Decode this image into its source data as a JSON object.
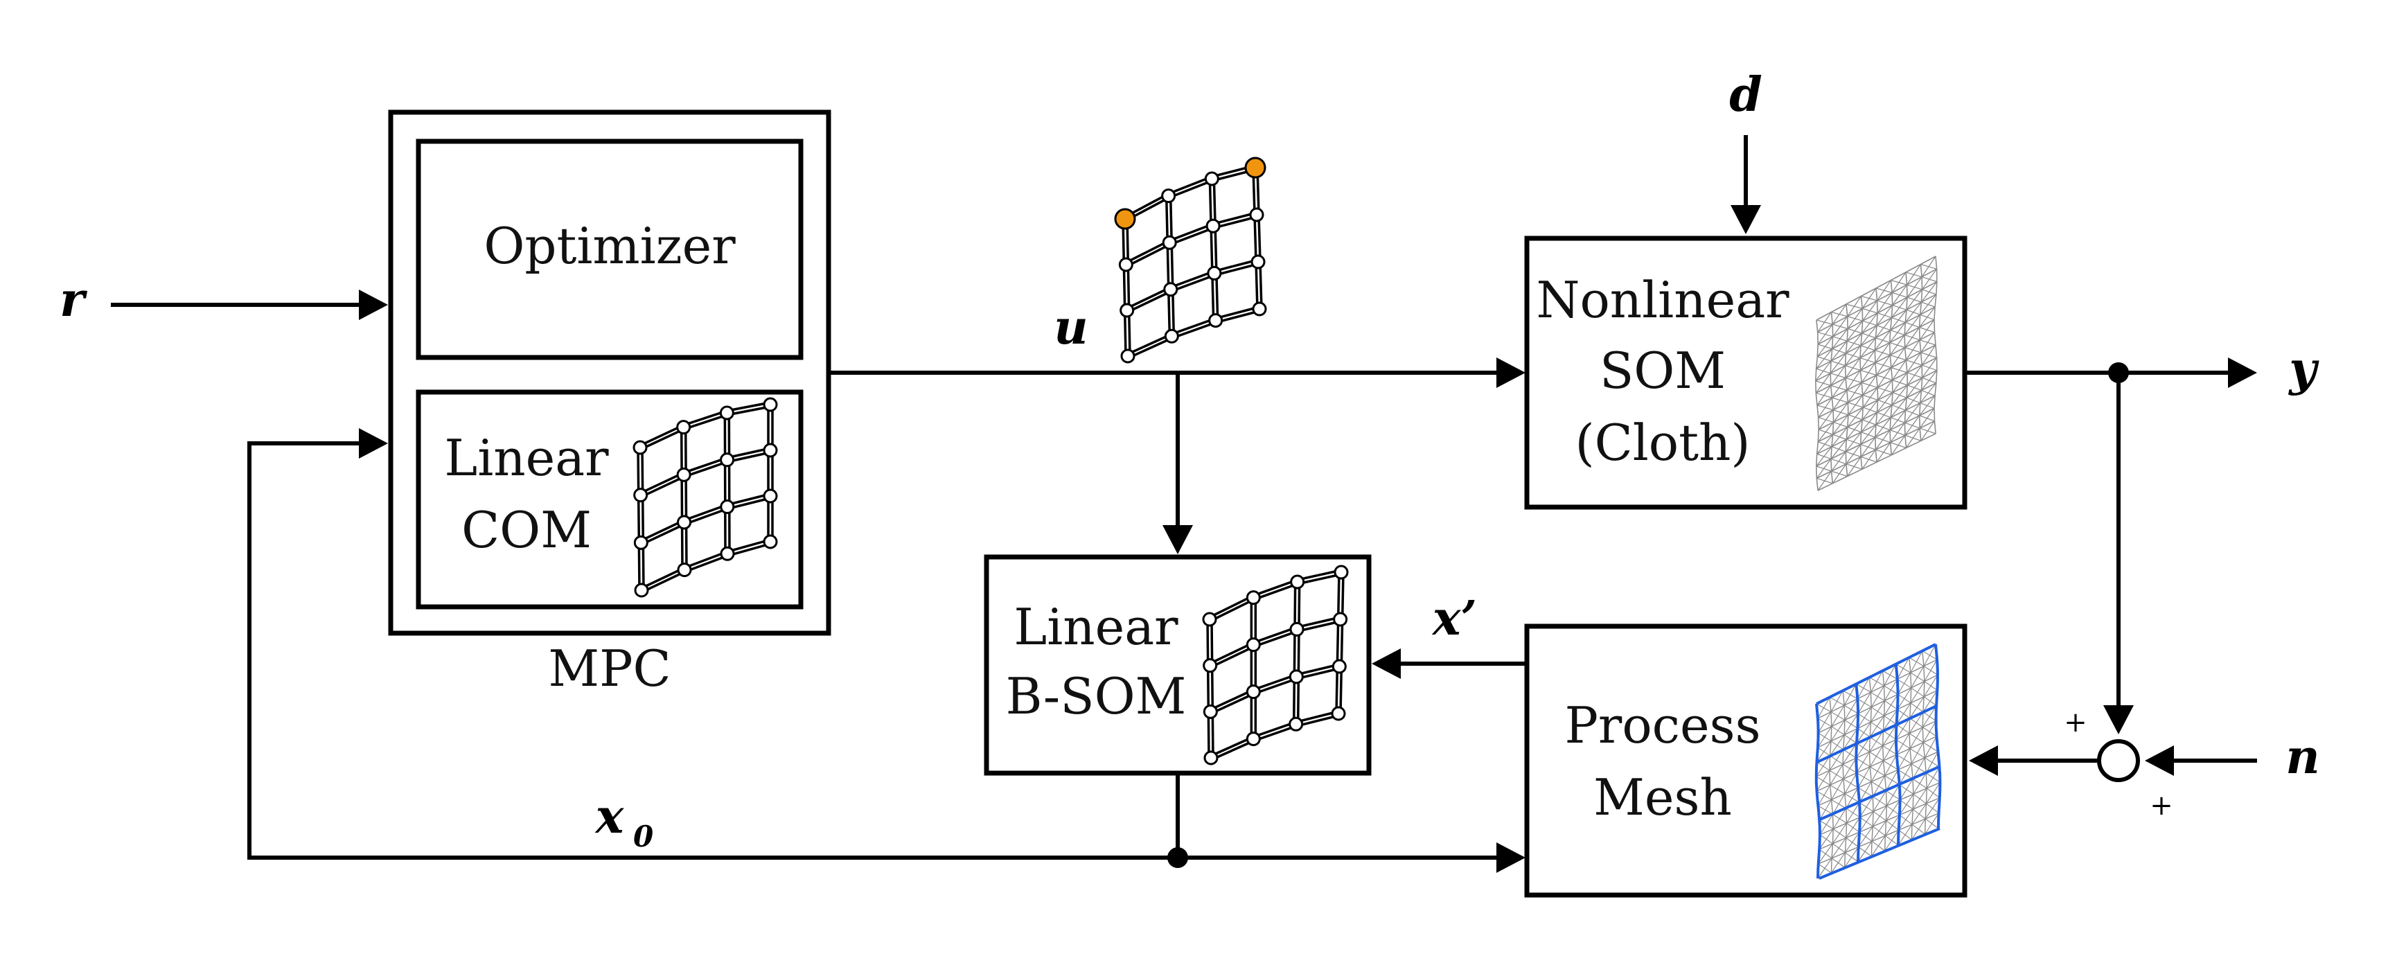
{
  "blocks": {
    "mpc": "MPC",
    "optimizer": "Optimizer",
    "linear_com": [
      "Linear",
      "COM"
    ],
    "linear_bsom": [
      "Linear",
      "B-SOM"
    ],
    "nonlinear_som": [
      "Nonlinear",
      "SOM",
      "(Cloth)"
    ],
    "process_mesh": [
      "Process",
      "Mesh"
    ]
  },
  "signals": {
    "r": "r",
    "u": "u",
    "d": "d",
    "y": "y",
    "n": "n",
    "x_prime": "x’",
    "x0": "x",
    "x0_sub": "0"
  },
  "summing_junction": {
    "top_sign": "+",
    "bottom_sign": "+"
  },
  "colors": {
    "control_points": "#f0950f",
    "process_mesh_grid": "#1f5fe0",
    "lines": "#000000"
  }
}
